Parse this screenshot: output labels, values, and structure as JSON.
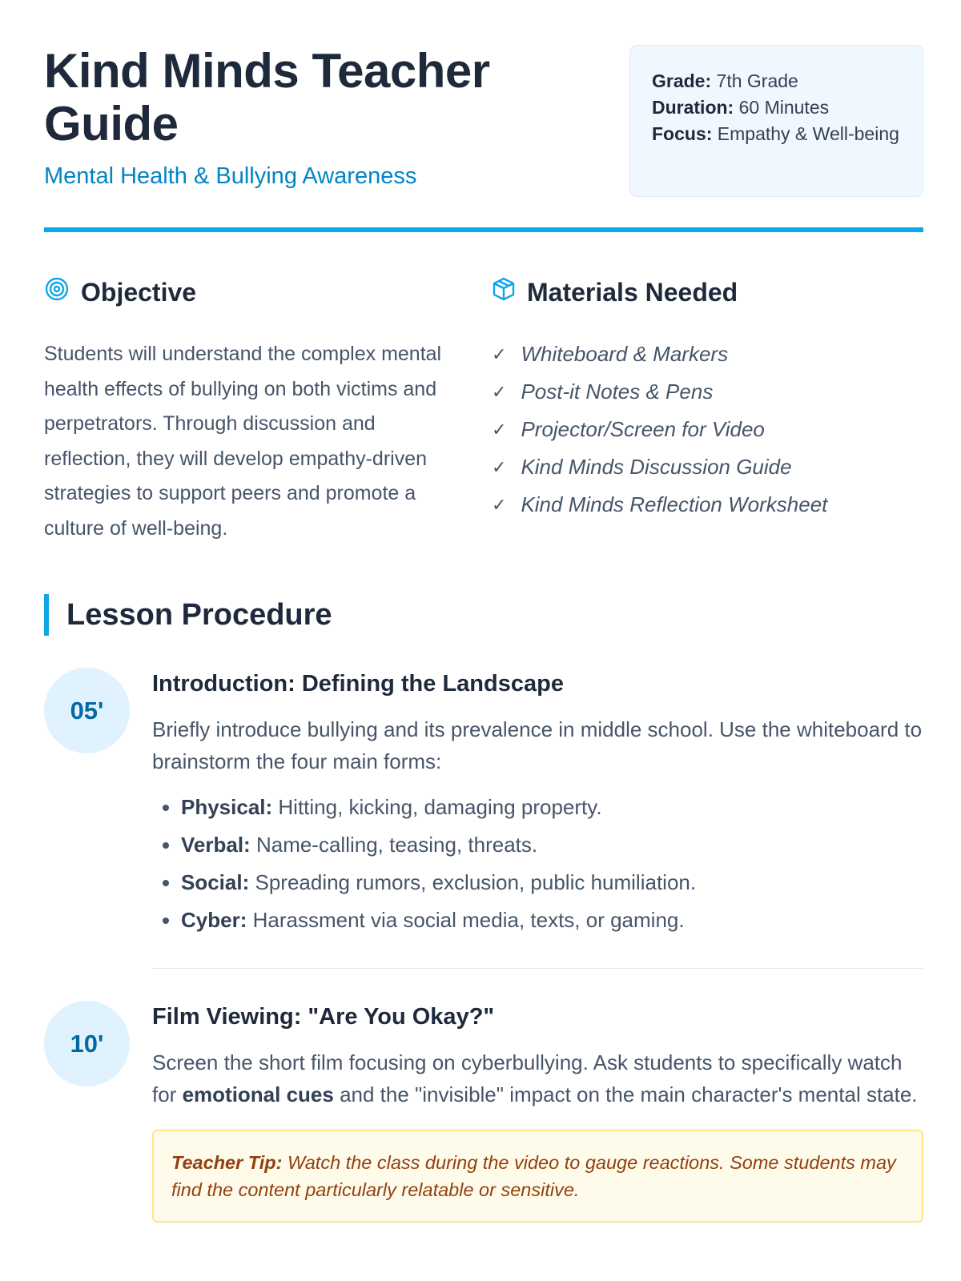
{
  "header": {
    "title": "Kind Minds Teacher Guide",
    "subtitle": "Mental Health & Bullying Awareness",
    "meta": [
      {
        "label": "Grade:",
        "value": "7th Grade"
      },
      {
        "label": "Duration:",
        "value": "60 Minutes"
      },
      {
        "label": "Focus:",
        "value": "Empathy & Well-being"
      }
    ]
  },
  "objective": {
    "heading": "Objective",
    "icon": "target-icon",
    "text": "Students will understand the complex mental health effects of bullying on both victims and perpetrators. Through discussion and reflection, they will develop empathy-driven strategies to support peers and promote a culture of well-being."
  },
  "materials": {
    "heading": "Materials Needed",
    "icon": "box-icon",
    "check": "✓",
    "items": [
      "Whiteboard & Markers",
      "Post-it Notes & Pens",
      "Projector/Screen for Video",
      "Kind Minds Discussion Guide",
      "Kind Minds Reflection Worksheet"
    ]
  },
  "procedure": {
    "heading": "Lesson Procedure",
    "steps": [
      {
        "time": "05'",
        "title": "Introduction: Defining the Landscape",
        "text": "Briefly introduce bullying and its prevalence in middle school. Use the whiteboard to brainstorm the four main forms:",
        "forms": [
          {
            "label": "Physical:",
            "text": "Hitting, kicking, damaging property."
          },
          {
            "label": "Verbal:",
            "text": "Name-calling, teasing, threats."
          },
          {
            "label": "Social:",
            "text": "Spreading rumors, exclusion, public humiliation."
          },
          {
            "label": "Cyber:",
            "text": "Harassment via social media, texts, or gaming."
          }
        ]
      },
      {
        "time": "10'",
        "title": "Film Viewing: \"Are You Okay?\"",
        "text_a": "Screen the short film focusing on cyberbullying. Ask students to specifically watch for ",
        "text_bold": "emotional cues",
        "text_b": " and the \"invisible\" impact on the main character's mental state.",
        "tip": {
          "label": "Teacher Tip:",
          "text": " Watch the class during the video to gauge reactions. Some students may find the content particularly relatable or sensitive."
        }
      }
    ]
  },
  "colors": {
    "accent": "#0ea5e9",
    "badge_bg": "#e0f2fe",
    "tip_bg": "#fffbeb",
    "tip_text": "#92400e"
  }
}
